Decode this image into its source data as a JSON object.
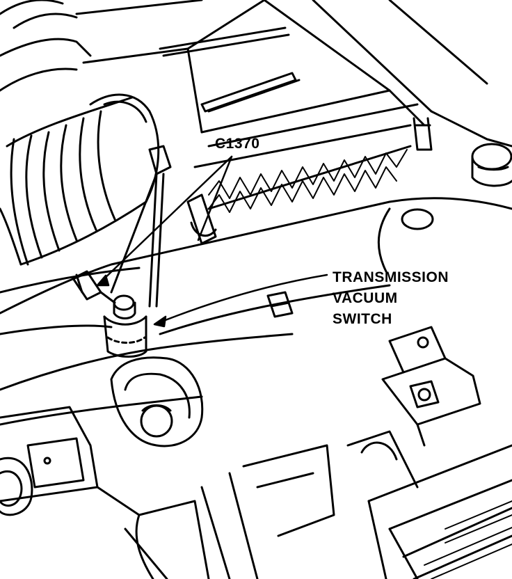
{
  "callouts": {
    "connector": "C1370",
    "switch_lines": [
      "TRANSMISSION",
      "VACUUM",
      "SWITCH"
    ]
  },
  "colors": {
    "ink": "#000000",
    "paper": "#ffffff"
  }
}
